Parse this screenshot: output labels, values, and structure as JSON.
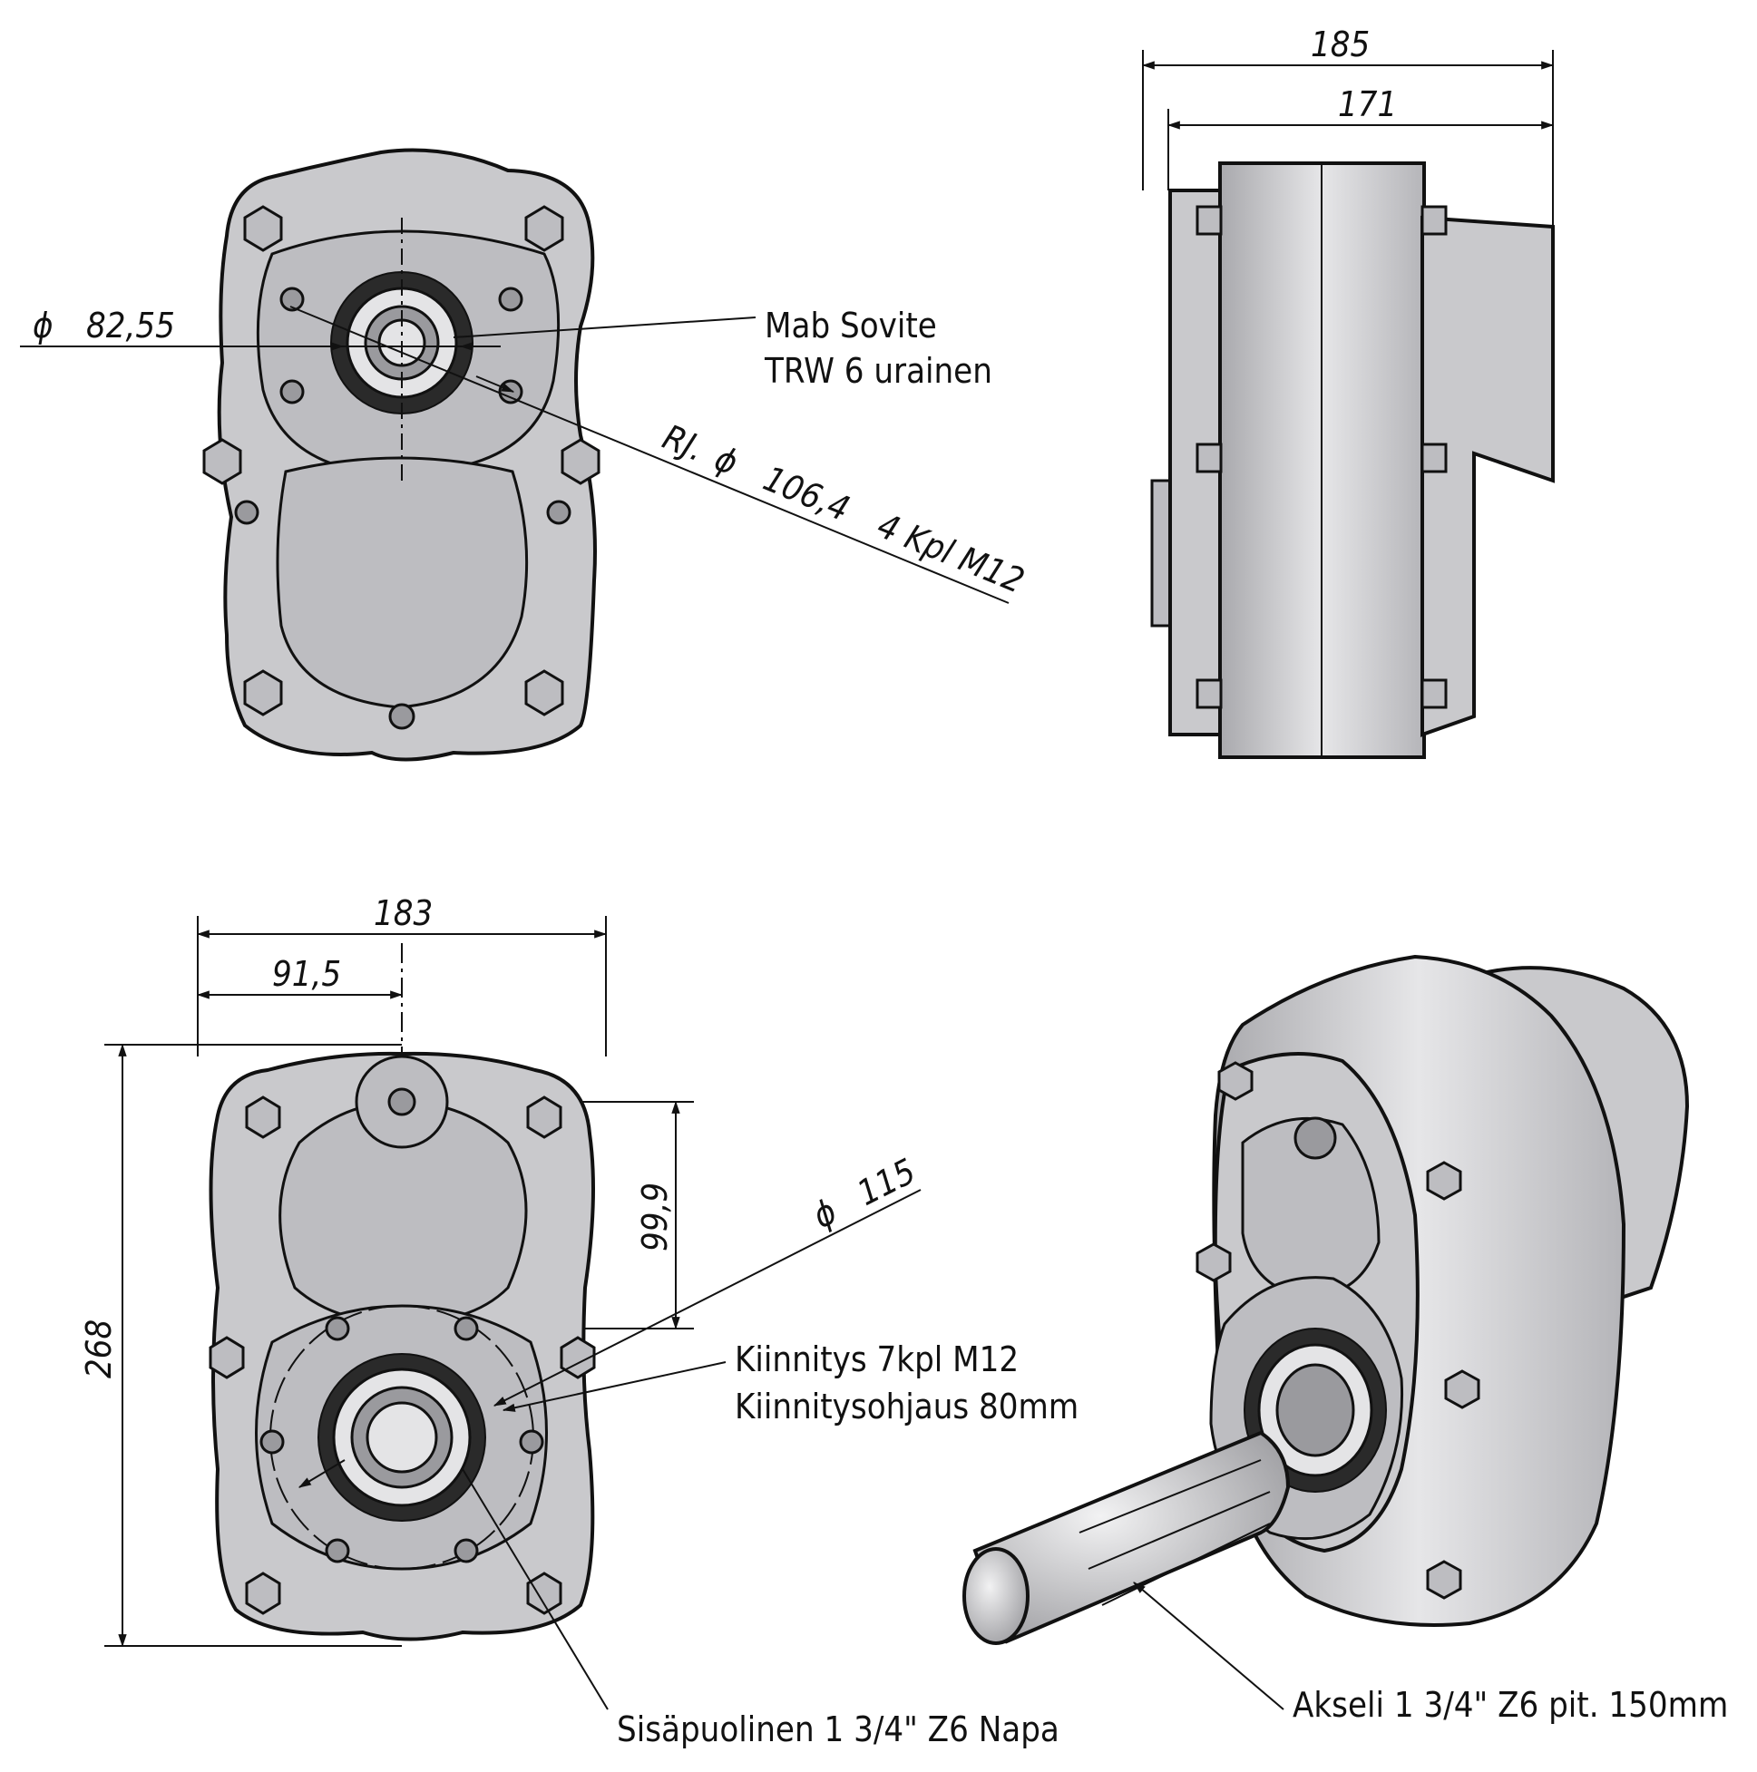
{
  "colors": {
    "line": "#111111",
    "housing": "#c9c9cc",
    "housing_shade": "#bdbdc1",
    "highlight": "#e4e4e6",
    "background": "#ffffff"
  },
  "front_view": {
    "diameter_symbol": "ϕ",
    "diameter_value": "82,55",
    "callout_mab_line1": "Mab Sovite",
    "callout_mab_line2": "TRW 6 urainen",
    "bolt_circle_prefix": "RJ.",
    "bolt_circle_value": "106,4",
    "bolt_circle_spec": "4 Kpl M12"
  },
  "side_view": {
    "width_overall": "185",
    "width_body": "171"
  },
  "rear_view": {
    "width_overall": "183",
    "width_half": "91,5",
    "height_overall": "268",
    "offset_vertical": "99,9",
    "diameter_symbol": "ϕ",
    "pilot_diameter": "115",
    "callout_mount_line1": "Kiinnitys 7kpl M12",
    "callout_mount_line2": "Kiinnitysohjaus 80mm",
    "callout_hub": "Sisäpuolinen 1 3/4\" Z6 Napa"
  },
  "iso_view": {
    "callout_shaft": "Akseli 1 3/4\" Z6 pit. 150mm"
  }
}
